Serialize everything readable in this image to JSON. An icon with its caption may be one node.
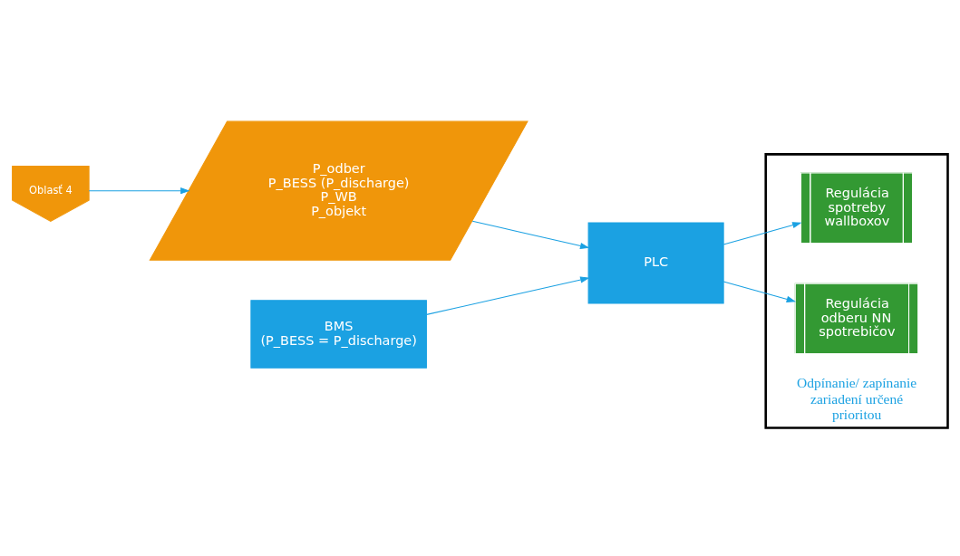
{
  "diagram": {
    "nodes": [
      {
        "text": [
          "Oblasť 4"
        ]
      },
      {
        "text": [
          "P_odber",
          "P_BESS (P_discharge)",
          "P_WB",
          "P_objekt"
        ]
      },
      {
        "text": [
          "BMS",
          "(P_BESS = P_discharge)"
        ]
      },
      {
        "text": [
          "PLC"
        ]
      },
      {
        "text": [
          "Odpínanie/ zapínanie zariadení určené prioritou"
        ]
      },
      {
        "text": [
          "Regulácia spotreby wallboxov"
        ],
        "in": 4
      },
      {
        "text": [
          "Regulácia odberu NN spotrebičov"
        ],
        "in": 4
      }
    ],
    "edges": [
      {
        "from": 0,
        "to": 1,
        "arrow": "to"
      },
      {
        "from": 2,
        "to": 3,
        "arrow": "to"
      },
      {
        "from": 1,
        "to": 3,
        "arrow": "to"
      },
      {
        "from": 3,
        "to": 5,
        "arrow": "to"
      },
      {
        "from": 3,
        "to": 6,
        "arrow": "to"
      }
    ]
  }
}
